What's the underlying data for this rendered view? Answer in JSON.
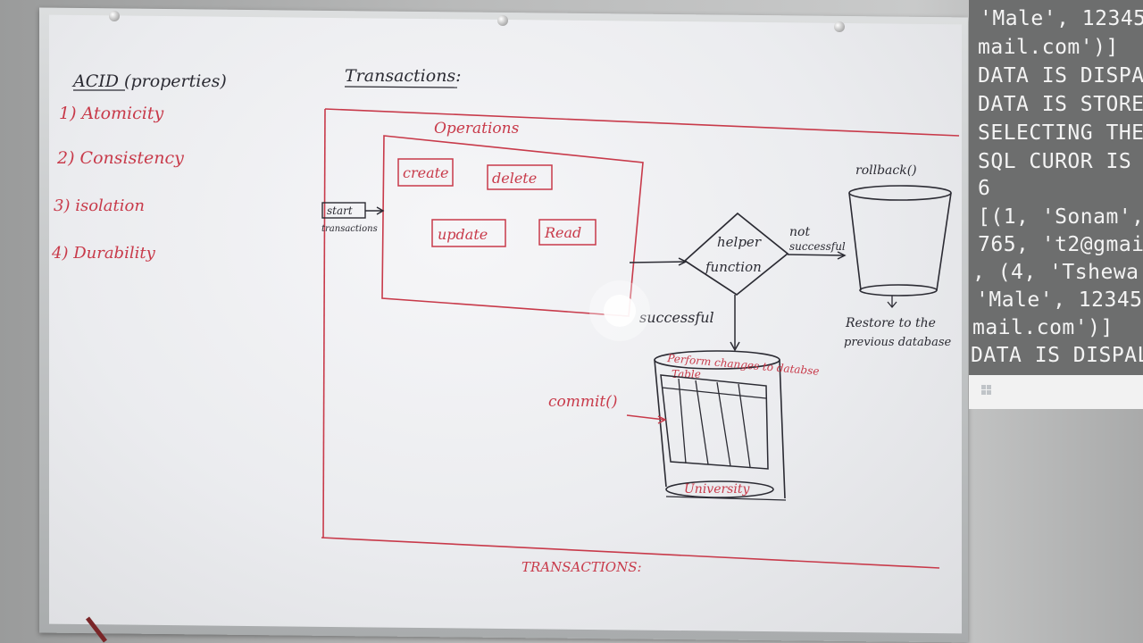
{
  "board": {
    "acid_title": "ACID (properties)",
    "acid_items": [
      "1) Atomicity",
      "2) Consistency",
      "3) isolation",
      "4) Durability"
    ],
    "transactions_title": "Transactions:",
    "operations_label": "Operations",
    "ops": [
      "create",
      "delete",
      "update",
      "Read"
    ],
    "start_label": "start",
    "start_sub": "transactions",
    "helper": [
      "helper",
      "function"
    ],
    "not_successful": [
      "not",
      "successful"
    ],
    "successful": "successful",
    "rollback": "rollback()",
    "restore": [
      "Restore to the",
      "previous database"
    ],
    "perform": "Perform changes to databse",
    "table_label": "Table",
    "commit": "commit()",
    "university": "University",
    "bottom_title": "TRANSACTIONS:"
  },
  "terminal": {
    "lines": [
      "'Male', 12345",
      "mail.com')]",
      "DATA IS DISPA",
      "DATA IS STORE",
      "SELECTING THE",
      "SQL CUROR IS",
      "6",
      "[(1, 'Sonam',",
      "765, 't2@gmai",
      ", (4, 'Tshewa",
      "'Male', 12345",
      "mail.com')]",
      "DATA IS DISPAL"
    ]
  },
  "colors": {
    "marker_red": "#c83a4a",
    "marker_black": "#2b2b33"
  }
}
